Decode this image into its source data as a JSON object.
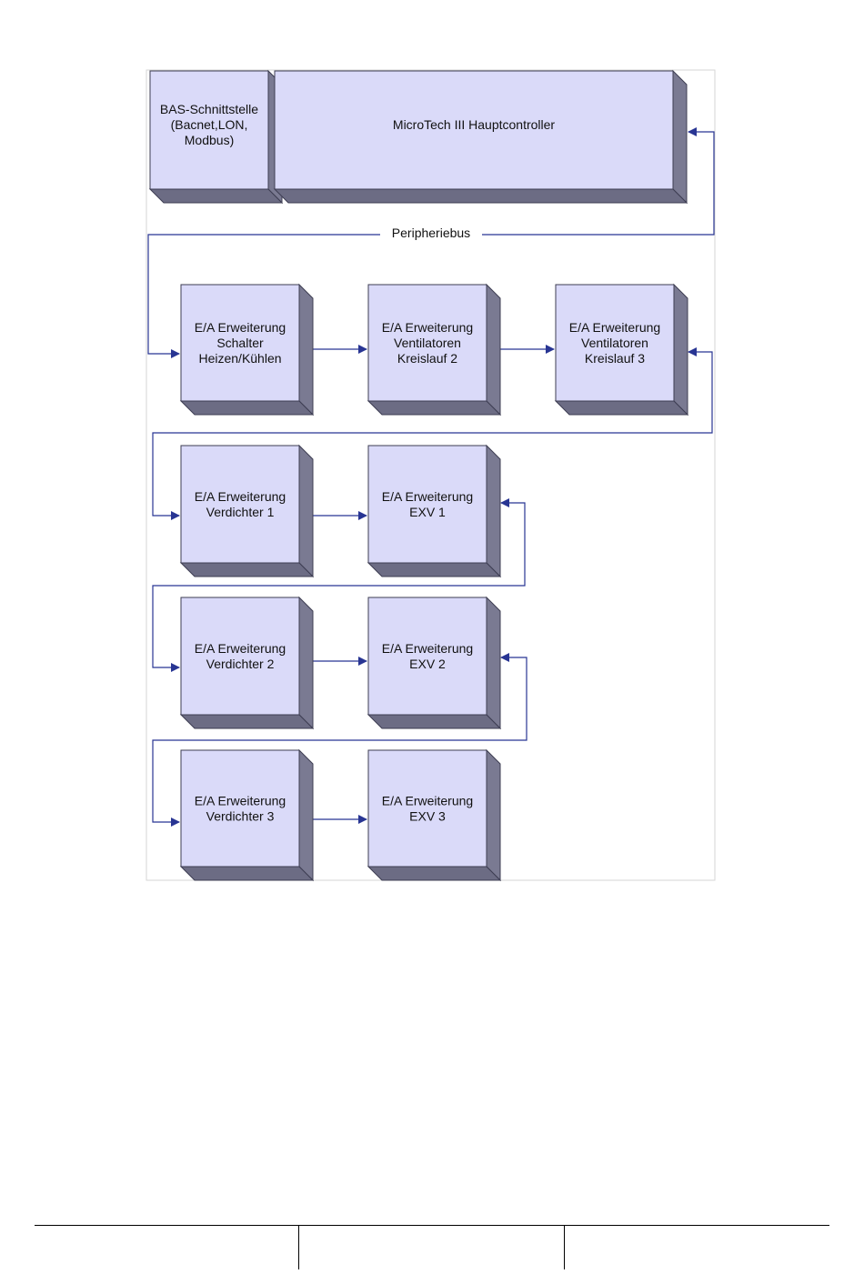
{
  "colors": {
    "box_face": "#dadaf9",
    "box_side": "#7a7a92",
    "box_bottom": "#6c6c84",
    "box_border": "#3d3d52",
    "connector": "#283593",
    "frame": "#d6d6d6"
  },
  "diagram": {
    "bus_label": "Peripheriebus",
    "boxes": [
      {
        "id": "bas",
        "lines": [
          "BAS-Schnittstelle",
          "(Bacnet,LON,",
          "Modbus)"
        ]
      },
      {
        "id": "main",
        "lines": [
          "MicroTech III Hauptcontroller"
        ]
      },
      {
        "id": "schalter",
        "lines": [
          "E/A Erweiterung",
          "Schalter",
          "Heizen/Kühlen"
        ]
      },
      {
        "id": "vent2",
        "lines": [
          "E/A Erweiterung",
          "Ventilatoren",
          "Kreislauf 2"
        ]
      },
      {
        "id": "vent3",
        "lines": [
          "E/A Erweiterung",
          "Ventilatoren",
          "Kreislauf 3"
        ]
      },
      {
        "id": "verd1",
        "lines": [
          "E/A Erweiterung",
          "Verdichter 1"
        ]
      },
      {
        "id": "exv1",
        "lines": [
          "E/A Erweiterung",
          "EXV 1"
        ]
      },
      {
        "id": "verd2",
        "lines": [
          "E/A Erweiterung",
          "Verdichter 2"
        ]
      },
      {
        "id": "exv2",
        "lines": [
          "E/A Erweiterung",
          "EXV 2"
        ]
      },
      {
        "id": "verd3",
        "lines": [
          "E/A Erweiterung",
          "Verdichter 3"
        ]
      },
      {
        "id": "exv3",
        "lines": [
          "E/A Erweiterung",
          "EXV 3"
        ]
      }
    ]
  }
}
